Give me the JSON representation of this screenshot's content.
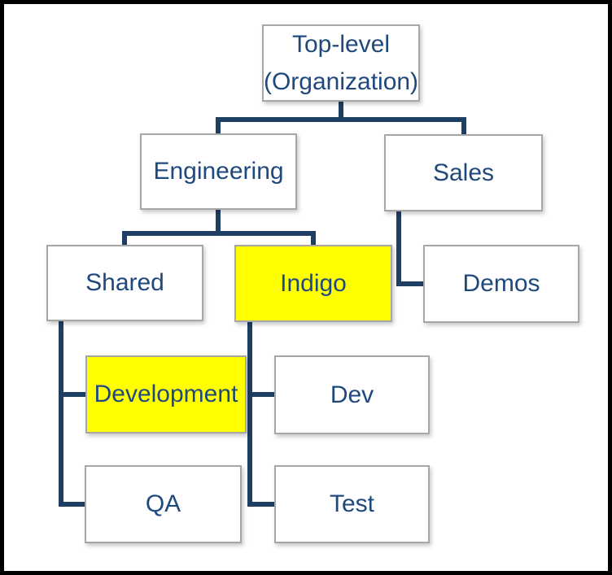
{
  "diagram": {
    "type": "org-chart",
    "nodes": {
      "top_level": {
        "line1": "Top-level",
        "line2": "(Organization)",
        "highlighted": false
      },
      "engineering": {
        "label": "Engineering",
        "highlighted": false
      },
      "sales": {
        "label": "Sales",
        "highlighted": false
      },
      "shared": {
        "label": "Shared",
        "highlighted": false
      },
      "indigo": {
        "label": "Indigo",
        "highlighted": true
      },
      "demos": {
        "label": "Demos",
        "highlighted": false
      },
      "development": {
        "label": "Development",
        "highlighted": true
      },
      "dev": {
        "label": "Dev",
        "highlighted": false
      },
      "qa": {
        "label": "QA",
        "highlighted": false
      },
      "test": {
        "label": "Test",
        "highlighted": false
      }
    },
    "edges": [
      {
        "from": "Top-level (Organization)",
        "to": "Engineering"
      },
      {
        "from": "Top-level (Organization)",
        "to": "Sales"
      },
      {
        "from": "Engineering",
        "to": "Shared"
      },
      {
        "from": "Engineering",
        "to": "Indigo"
      },
      {
        "from": "Sales",
        "to": "Demos"
      },
      {
        "from": "Shared",
        "to": "Development"
      },
      {
        "from": "Shared",
        "to": "QA"
      },
      {
        "from": "Indigo",
        "to": "Dev"
      },
      {
        "from": "Indigo",
        "to": "Test"
      }
    ],
    "colors": {
      "connector": "#1E3E63",
      "node_text": "#1F497D",
      "highlight_fill": "#FFFF00",
      "node_fill": "#FFFFFF",
      "node_border": "#A6A6A6",
      "frame": "#000000"
    }
  }
}
